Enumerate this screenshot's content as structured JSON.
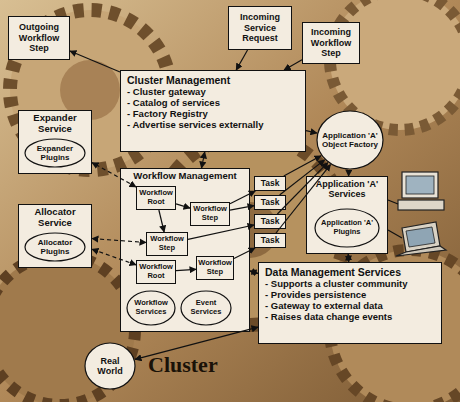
{
  "diagram": {
    "nodes": [
      {
        "text": [
          "Incoming Service Request"
        ]
      },
      {
        "text": [
          "Outgoing Workflow Step"
        ]
      },
      {
        "text": [
          "Incoming Workflow Step"
        ]
      },
      {
        "text": [
          "Cluster Management",
          "- Cluster gateway",
          "- Catalog of services",
          "- Factory Registry",
          "- Advertise services externally"
        ]
      },
      {
        "text": [
          "Expander Service"
        ]
      },
      {
        "text": [
          "Expander Plugins"
        ],
        "in": 4
      },
      {
        "text": [
          "Application 'A' Object Factory"
        ]
      },
      {
        "text": [
          "Allocator Service"
        ]
      },
      {
        "text": [
          "Allocator Plugins"
        ],
        "in": 7
      },
      {
        "text": [
          "Workflow Management"
        ]
      },
      {
        "text": [
          "Workflow Root"
        ],
        "in": 9
      },
      {
        "text": [
          "Workflow Step"
        ],
        "in": 9
      },
      {
        "text": [
          "Workflow Step"
        ],
        "in": 9
      },
      {
        "text": [
          "Workflow Root"
        ],
        "in": 9
      },
      {
        "text": [
          "Workflow Step"
        ],
        "in": 9
      },
      {
        "text": [
          "Workflow Services"
        ],
        "in": 9
      },
      {
        "text": [
          "Event Services"
        ],
        "in": 9
      },
      {
        "text": [
          "Task"
        ]
      },
      {
        "text": [
          "Task"
        ]
      },
      {
        "text": [
          "Task"
        ]
      },
      {
        "text": [
          "Task"
        ]
      },
      {
        "text": [
          "Application 'A' Services"
        ]
      },
      {
        "text": [
          "Application 'A' Plugins"
        ],
        "in": 21
      },
      {
        "text": [
          "Data Management Services",
          "- Supports a cluster community",
          "- Provides persistence",
          "- Gateway to external data",
          "- Raises data change events"
        ]
      },
      {
        "text": [
          "Real World"
        ]
      }
    ],
    "edges": [
      {
        "from": 0,
        "to": 3,
        "arrow": "to"
      },
      {
        "from": 2,
        "to": 3,
        "arrow": "to"
      },
      {
        "from": 3,
        "to": 1,
        "arrow": "to"
      },
      {
        "from": 3,
        "to": 6,
        "arrow": "to"
      },
      {
        "from": 3,
        "to": 9,
        "arrow": "both"
      },
      {
        "from": 10,
        "to": 4,
        "arrow": "both"
      },
      {
        "from": 12,
        "to": 7,
        "arrow": "both"
      },
      {
        "from": 13,
        "to": 7,
        "arrow": "both"
      },
      {
        "from": 10,
        "to": 11,
        "arrow": "to"
      },
      {
        "from": 10,
        "to": 12,
        "arrow": "to"
      },
      {
        "from": 13,
        "to": 14,
        "arrow": "to"
      },
      {
        "from": 11,
        "to": 17,
        "arrow": "to"
      },
      {
        "from": 11,
        "to": 18,
        "arrow": "to"
      },
      {
        "from": 12,
        "to": 19,
        "arrow": "to"
      },
      {
        "from": 14,
        "to": 20,
        "arrow": "to"
      },
      {
        "from": 17,
        "to": 6,
        "arrow": "to"
      },
      {
        "from": 18,
        "to": 6,
        "arrow": "to"
      },
      {
        "from": 19,
        "to": 6,
        "arrow": "to"
      },
      {
        "from": 20,
        "to": 6,
        "arrow": "to"
      },
      {
        "from": 6,
        "to": 21,
        "arrow": "to"
      },
      {
        "from": 9,
        "to": 23,
        "arrow": "both"
      },
      {
        "from": 21,
        "to": 23,
        "arrow": "both"
      },
      {
        "from": 23,
        "to": 24,
        "arrow": "both"
      }
    ],
    "labels": [
      "Cluster"
    ]
  }
}
